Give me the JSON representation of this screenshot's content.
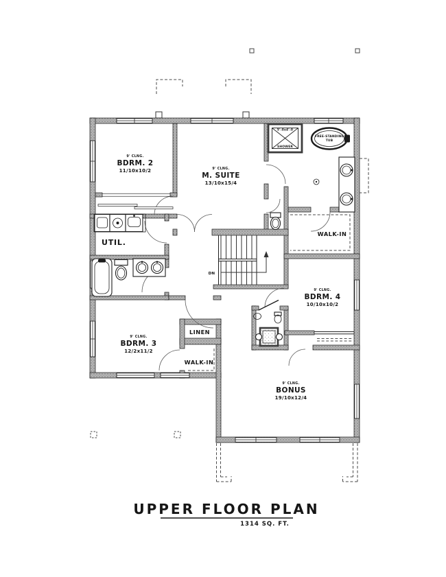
{
  "colors": {
    "ink": "#1c1c1c",
    "wall_fill": "#b3b3b3",
    "paper": "#ffffff"
  },
  "title": {
    "main": "UPPER FLOOR PLAN",
    "area": "1314 SQ. FT."
  },
  "rooms": {
    "bdrm2": {
      "clng": "9' CLNG.",
      "name": "BDRM. 2",
      "dims": "11/10x10/2"
    },
    "msuite": {
      "clng": "9' CLNG.",
      "name": "M. SUITE",
      "dims": "13/10x15/4"
    },
    "bdrm3": {
      "clng": "9' CLNG.",
      "name": "BDRM. 3",
      "dims": "12/2x11/2"
    },
    "bdrm4": {
      "clng": "9' CLNG.",
      "name": "BDRM. 4",
      "dims": "10/10x10/2"
    },
    "bonus": {
      "clng": "9' CLNG.",
      "name": "BONUS",
      "dims": "19/10x12/4"
    },
    "util": {
      "name": "UTIL."
    },
    "walkin_master": {
      "name": "WALK-IN"
    },
    "walkin_bdrm3": {
      "name": "WALK-IN"
    },
    "linen": {
      "name": "LINEN"
    }
  },
  "fixtures": {
    "shower": {
      "size": "5'-0x4'-0",
      "label": "SHOWER"
    },
    "tub": {
      "line1": "FREE-STANDING",
      "line2": "TUB"
    }
  },
  "stairs": {
    "dn": "DN"
  }
}
